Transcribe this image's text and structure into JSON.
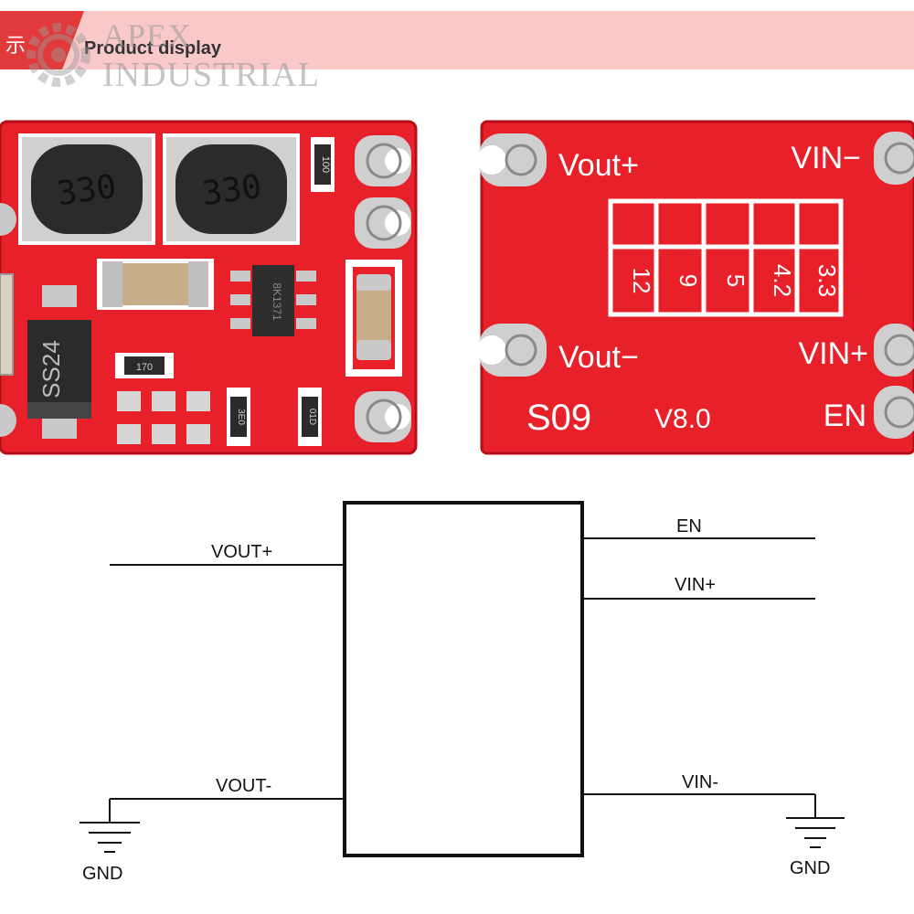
{
  "banner": {
    "cn_char": "示",
    "title": "Product display"
  },
  "watermark": {
    "line1": "APEX",
    "line2": "INDUSTRIAL"
  },
  "board_front": {
    "inductor_1": "330",
    "inductor_2": "330",
    "diode": "SS24",
    "ic_marking": "8K1371",
    "resistor_top": "100",
    "resistor_mid": "170",
    "resistor_bottom_1": "3E0",
    "resistor_bottom_2": "01D"
  },
  "board_back": {
    "vout_plus": "Vout+",
    "vout_minus": "Vout−",
    "vin_minus": "VIN−",
    "vin_plus": "VIN+",
    "en": "EN",
    "model": "S09",
    "version": "V8.0",
    "voltages": [
      "12",
      "9",
      "5",
      "4.2",
      "3.3"
    ]
  },
  "diagram": {
    "vout_plus": "VOUT+",
    "vout_minus": "VOUT-",
    "en": "EN",
    "vin_plus": "VIN+",
    "vin_minus": "VIN-",
    "gnd_left": "GND",
    "gnd_right": "GND"
  },
  "colors": {
    "pcb_red": "#e8202a",
    "pad_silver": "#c9c9c9",
    "silk_white": "#ffffff"
  }
}
